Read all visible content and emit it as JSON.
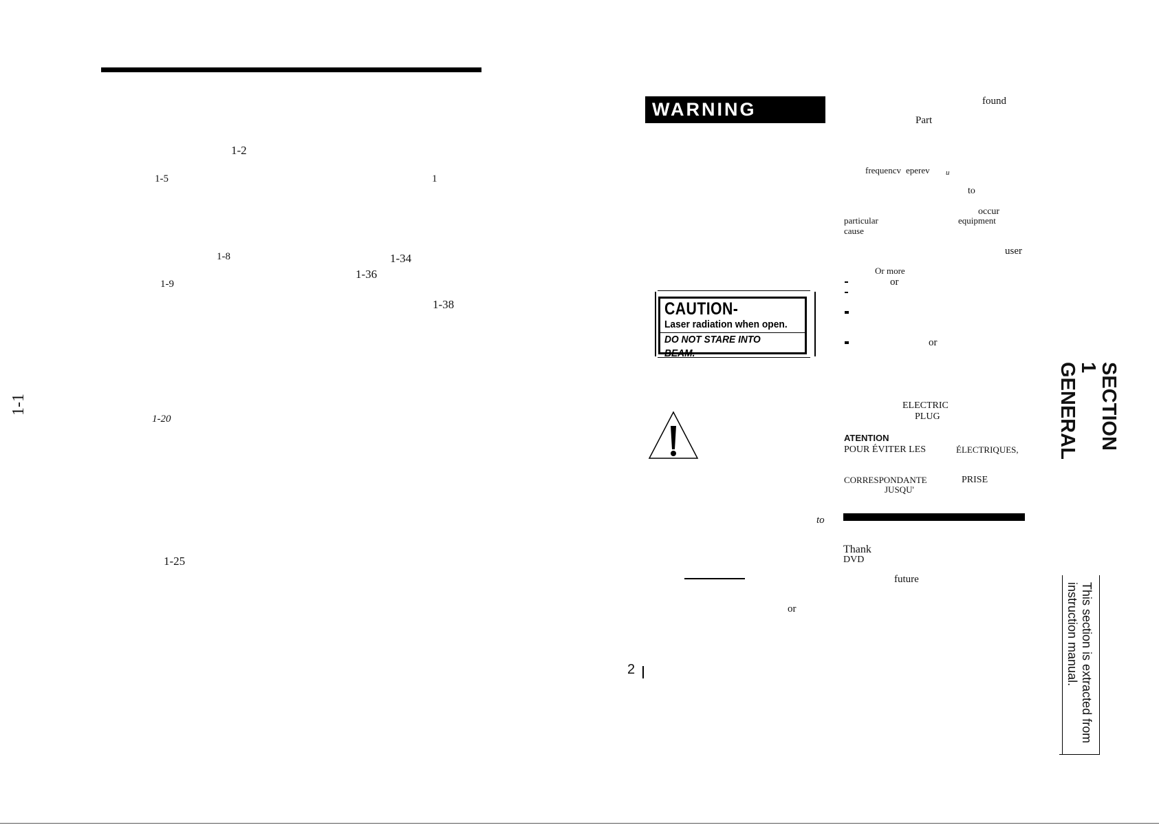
{
  "left_page": {
    "page_number": "1-1",
    "index_entries": [
      {
        "id": "e1",
        "text": "1-2"
      },
      {
        "id": "e2",
        "text": "1-5"
      },
      {
        "id": "e3",
        "text": "1"
      },
      {
        "id": "e4",
        "text": "1-8"
      },
      {
        "id": "e5",
        "text": "1-34"
      },
      {
        "id": "e6",
        "text": "1-36"
      },
      {
        "id": "e7",
        "text": "1-9"
      },
      {
        "id": "e8",
        "text": "1-38"
      },
      {
        "id": "e9",
        "text": "1-20"
      },
      {
        "id": "e10",
        "text": "1-25"
      }
    ]
  },
  "right_page": {
    "warning_label": "WARNING",
    "caution_label": {
      "line1": "CAUTION-",
      "line2": "Laser radiation when open.",
      "line3": "DO NOT STARE INTO BEAM."
    },
    "warning_icon": "exclamation-triangle-icon",
    "page_number": "2",
    "left_col_words": {
      "to": "to",
      "or": "or"
    },
    "right_col_words": {
      "found": "found",
      "part": "Part",
      "freq": "frequencv",
      "energy": "eperev",
      "u": "u",
      "to": "to",
      "occur": "occur",
      "particular": "particular",
      "equipment": "equipment",
      "cause": "cause",
      "user": "user",
      "or_more": "Or more",
      "or1": "or",
      "or2": "or",
      "electric": "ELECTRIC",
      "plug": "PLUG",
      "attention": "ATENTION",
      "pour": "POUR ÉVITER LES",
      "electriques": "ÉLECTRIQUES,",
      "correspondante": "CORRESPONDANTE",
      "prise": "PRISE",
      "jusqu": "JUSQU'",
      "thank": "Thank",
      "dvd": "DVD",
      "future": "future"
    },
    "section_title": "SECTION 1 GENERAL",
    "sidebar_note_line1": "This section is extracted from",
    "sidebar_note_line2": "instruction manual."
  }
}
